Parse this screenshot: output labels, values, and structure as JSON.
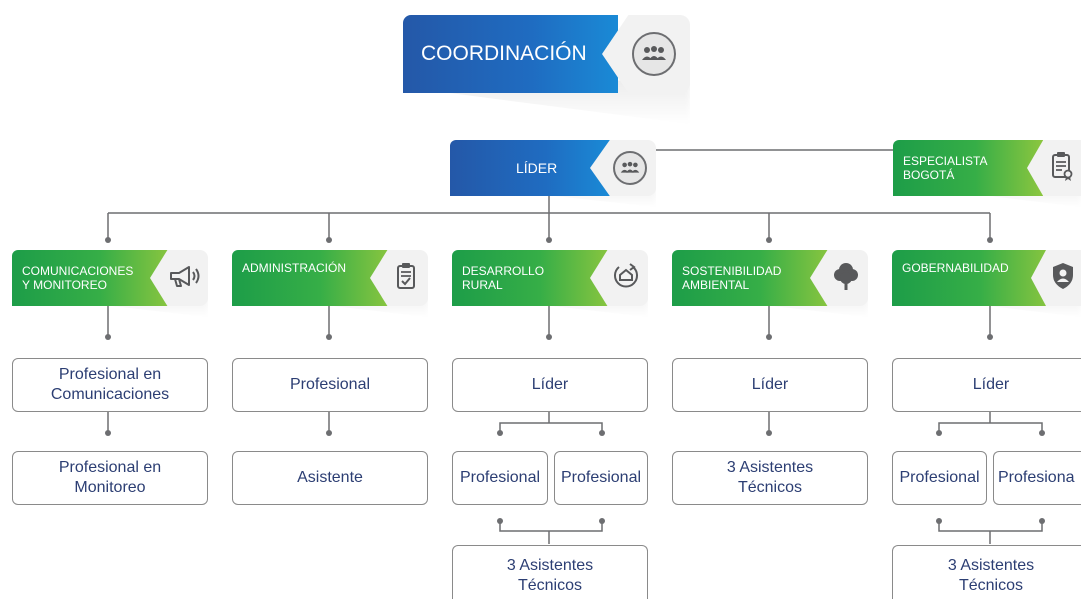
{
  "top": {
    "label": "COORDINACIÓN",
    "icon": "people-group-icon"
  },
  "leader": {
    "label": "LÍDER",
    "icon": "people-group-icon"
  },
  "specialist": {
    "label_line1": "ESPECIALISTA",
    "label_line2": "BOGOTÁ",
    "icon": "clipboard-certificate-icon"
  },
  "areas": [
    {
      "label_line1": "COMUNICACIONES",
      "label_line2": "Y MONITOREO",
      "icon": "megaphone-icon"
    },
    {
      "label_line1": "ADMINISTRACIÓN",
      "label_line2": "",
      "icon": "clipboard-check-icon"
    },
    {
      "label_line1": "DESARROLLO",
      "label_line2": "RURAL",
      "icon": "home-cycle-icon"
    },
    {
      "label_line1": "SOSTENIBILIDAD",
      "label_line2": "AMBIENTAL",
      "icon": "tree-icon"
    },
    {
      "label_line1": "GOBERNABILIDAD",
      "label_line2": "",
      "icon": "shield-person-icon"
    }
  ],
  "boxes": {
    "com_1_line1": "Profesional en",
    "com_1_line2": "Comunicaciones",
    "com_2_line1": "Profesional en",
    "com_2_line2": "Monitoreo",
    "adm_1": "Profesional",
    "adm_2": "Asistente",
    "dr_lider": "Líder",
    "dr_prof_a": "Profesional",
    "dr_prof_b": "Profesional",
    "dr_asis_line1": "3 Asistentes",
    "dr_asis_line2": "Técnicos",
    "sa_lider": "Líder",
    "sa_asis_line1": "3 Asistentes",
    "sa_asis_line2": "Técnicos",
    "gob_lider": "Líder",
    "gob_prof_a": "Profesional",
    "gob_prof_b": "Profesiona",
    "gob_asis_line1": "3 Asistentes",
    "gob_asis_line2": "Técnicos"
  },
  "colors": {
    "green": "#36ae47",
    "blue": "#1f6cc1",
    "text": "#2c3e73",
    "line": "#6d6e71"
  }
}
